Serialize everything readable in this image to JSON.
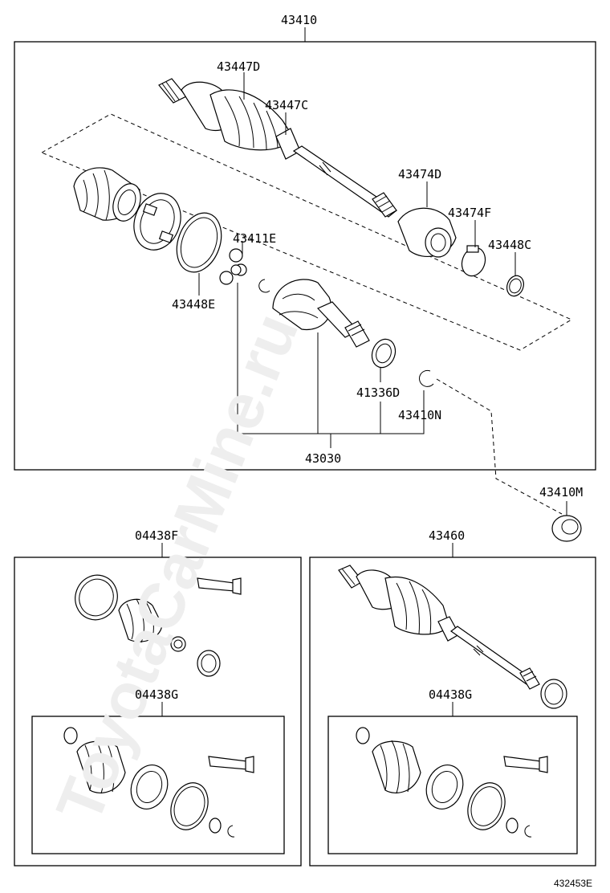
{
  "watermark": "ToyotaCarMine.ru",
  "figure_ref": "432453E",
  "callouts": {
    "assembly_top": "43410",
    "outer_cv_joint": "43447D",
    "outer_boot": "43447C",
    "damper": "43474D",
    "damper_clamp": "43474F",
    "boot_clamp_small": "43448C",
    "tripod_joint": "43411E",
    "boot_clamp_large": "43448E",
    "dust_seal": "41336D",
    "snap_ring": "43410N",
    "inboard_joint": "43030",
    "oil_seal": "43410M",
    "boot_kit_outer": "04438F",
    "boot_kit_inner_left": "04438G",
    "outboard_assembly": "43460",
    "boot_kit_inner_right": "04438G"
  }
}
